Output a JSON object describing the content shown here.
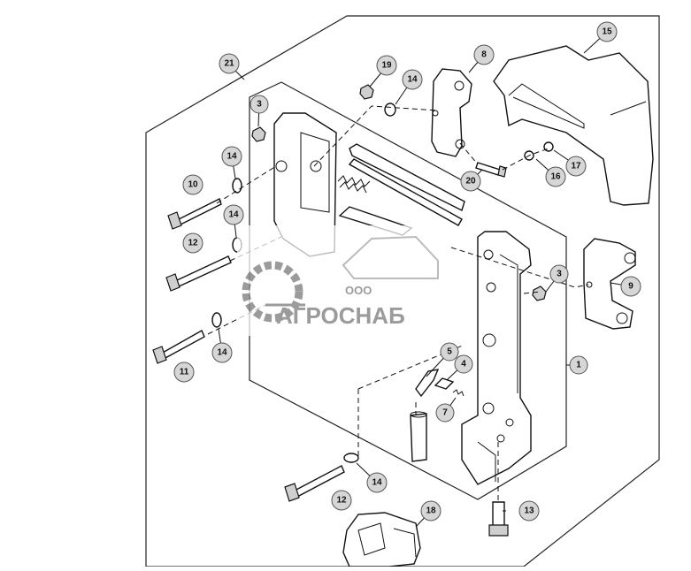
{
  "callouts": [
    {
      "id": "c21",
      "label": "21"
    },
    {
      "id": "c15",
      "label": "15"
    },
    {
      "id": "c19",
      "label": "19"
    },
    {
      "id": "c8",
      "label": "8"
    },
    {
      "id": "c14a",
      "label": "14"
    },
    {
      "id": "c3a",
      "label": "3"
    },
    {
      "id": "c14b",
      "label": "14"
    },
    {
      "id": "c10",
      "label": "10"
    },
    {
      "id": "c17",
      "label": "17"
    },
    {
      "id": "c16",
      "label": "16"
    },
    {
      "id": "c20",
      "label": "20"
    },
    {
      "id": "c14c",
      "label": "14"
    },
    {
      "id": "c12a",
      "label": "12"
    },
    {
      "id": "c3b",
      "label": "3"
    },
    {
      "id": "c9",
      "label": "9"
    },
    {
      "id": "c11",
      "label": "11"
    },
    {
      "id": "c14d",
      "label": "14"
    },
    {
      "id": "c5",
      "label": "5"
    },
    {
      "id": "c4",
      "label": "4"
    },
    {
      "id": "c1",
      "label": "1"
    },
    {
      "id": "c7",
      "label": "7"
    },
    {
      "id": "c14e",
      "label": "14"
    },
    {
      "id": "c12b",
      "label": "12"
    },
    {
      "id": "c18",
      "label": "18"
    },
    {
      "id": "c13",
      "label": "13"
    }
  ],
  "watermark": {
    "prefix": "ООО",
    "name": "АГРОСНАБ"
  }
}
